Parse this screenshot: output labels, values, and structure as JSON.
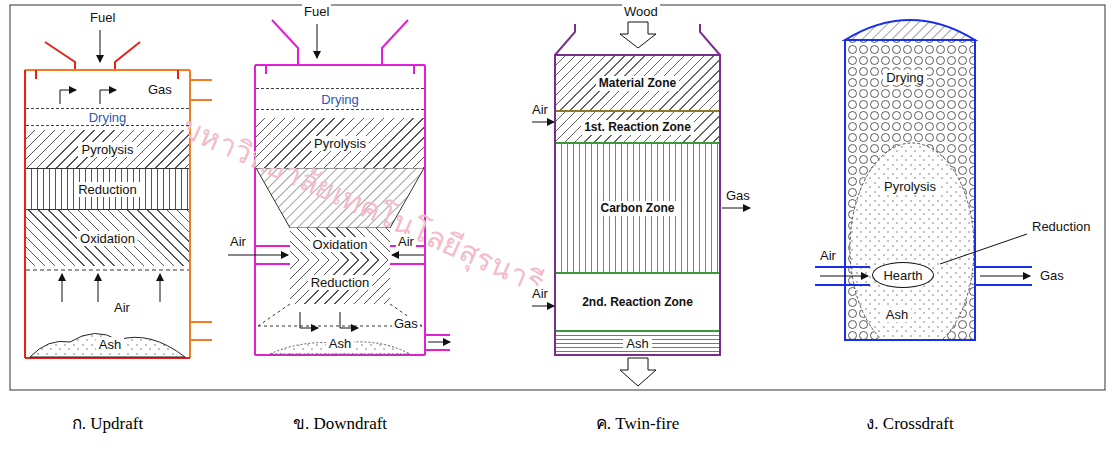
{
  "diagram": {
    "nodes": [
      {
        "text": [
          "ก. Updraft"
        ]
      },
      {
        "text": [
          "Drying"
        ],
        "in": 0
      },
      {
        "text": [
          "Pyrolysis"
        ],
        "in": 0
      },
      {
        "text": [
          "Reduction"
        ],
        "in": 0
      },
      {
        "text": [
          "Oxidation"
        ],
        "in": 0
      },
      {
        "text": [
          "Ash"
        ],
        "in": 0
      },
      {
        "text": [
          "ข. Downdraft"
        ]
      },
      {
        "text": [
          "Drying"
        ],
        "in": 6
      },
      {
        "text": [
          "Pyrolysis"
        ],
        "in": 6
      },
      {
        "text": [
          "Oxidation"
        ],
        "in": 6
      },
      {
        "text": [
          "Reduction"
        ],
        "in": 6
      },
      {
        "text": [
          "Ash"
        ],
        "in": 6
      },
      {
        "text": [
          "ค. Twin-fire"
        ]
      },
      {
        "text": [
          "Material Zone"
        ],
        "in": 12
      },
      {
        "text": [
          "1st. Reaction Zone"
        ],
        "in": 12
      },
      {
        "text": [
          "Carbon Zone"
        ],
        "in": 12
      },
      {
        "text": [
          "2nd. Reaction Zone"
        ],
        "in": 12
      },
      {
        "text": [
          "Ash"
        ],
        "in": 12
      },
      {
        "text": [
          "ง. Crossdraft"
        ]
      },
      {
        "text": [
          "Drying"
        ],
        "in": 18
      },
      {
        "text": [
          "Pyrolysis"
        ],
        "in": 18
      },
      {
        "text": [
          "Hearth"
        ],
        "in": 18
      },
      {
        "text": [
          "Ash"
        ],
        "in": 18
      }
    ],
    "labels": [
      "Fuel",
      "Gas",
      "Air",
      "Fuel",
      "Air",
      "Air",
      "Gas",
      "Wood",
      "Air",
      "Gas",
      "Air",
      "Air",
      "Gas",
      "Reduction",
      "มหาวิทยาลัยเทคโนโลยีสุรนารี"
    ]
  }
}
